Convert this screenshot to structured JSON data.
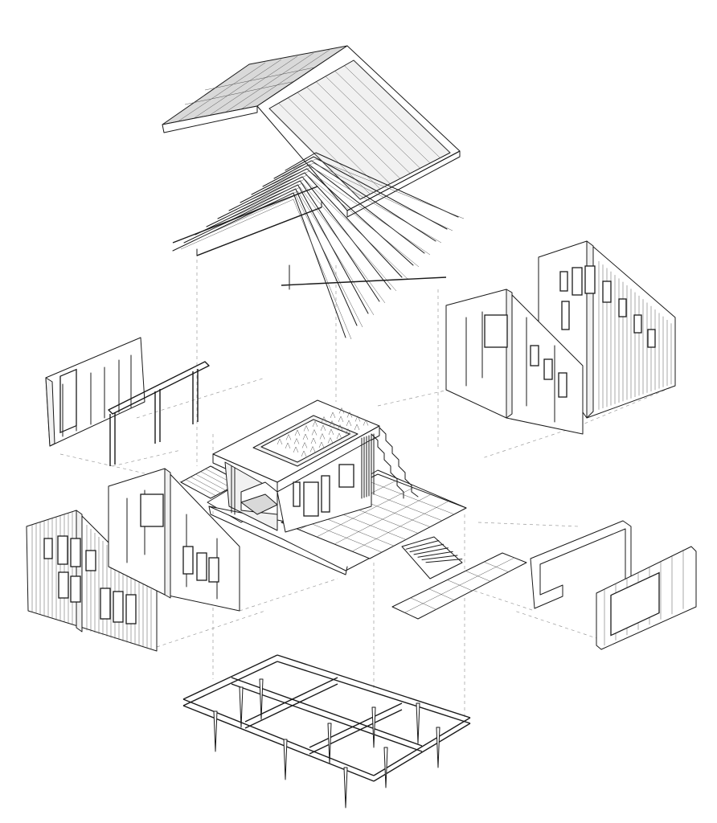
{
  "diagram": {
    "type": "exploded-axonometric",
    "colors": {
      "line": "#1a1a1a",
      "background": "#ffffff",
      "guide": "#9a9a9a",
      "fill": "#f1f1f1"
    },
    "components": [
      {
        "id": "roof-panel",
        "icon": "roof-panel-icon"
      },
      {
        "id": "roof-truss-frame",
        "icon": "truss-icon"
      },
      {
        "id": "gable-wall-back-right",
        "icon": "wall-icon"
      },
      {
        "id": "gable-frame-back-right",
        "icon": "frame-icon"
      },
      {
        "id": "side-wall-back-left",
        "icon": "wall-icon"
      },
      {
        "id": "side-frame-back-left",
        "icon": "frame-icon"
      },
      {
        "id": "core-module",
        "icon": "module-icon"
      },
      {
        "id": "gable-wall-front-left",
        "icon": "wall-icon"
      },
      {
        "id": "gable-frame-front-left",
        "icon": "frame-icon"
      },
      {
        "id": "side-frame-front-right",
        "icon": "frame-icon"
      },
      {
        "id": "side-wall-front-right",
        "icon": "wall-icon"
      },
      {
        "id": "foundation-grid",
        "icon": "foundation-icon"
      }
    ]
  }
}
